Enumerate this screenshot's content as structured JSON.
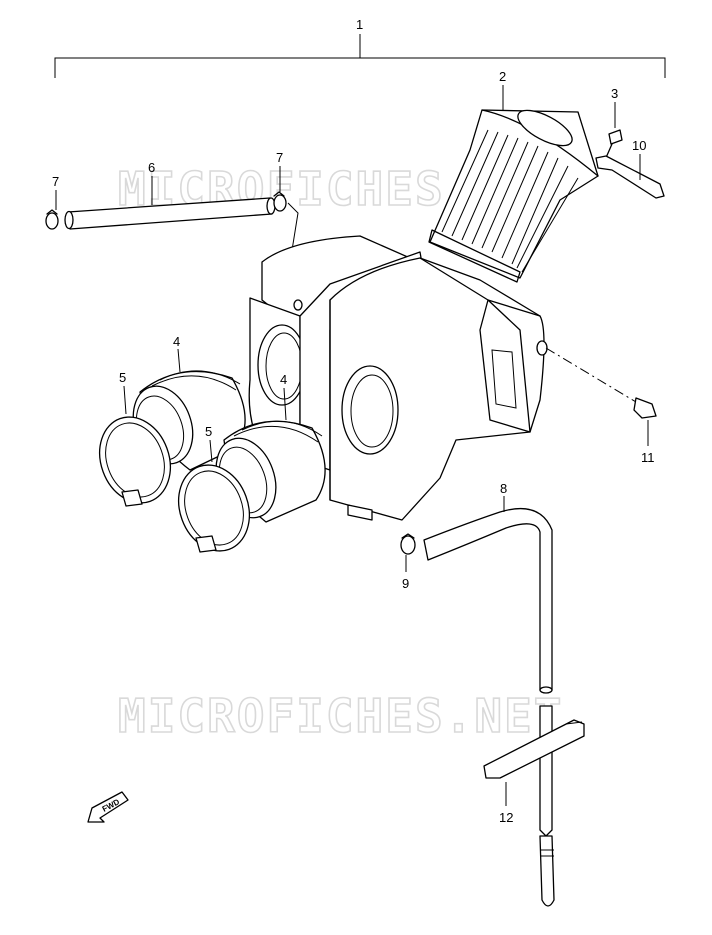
{
  "diagram": {
    "watermark": "MICROFICHES.NET",
    "fwd_label": "FWD",
    "callouts": [
      {
        "id": "c1",
        "label": "1"
      },
      {
        "id": "c2",
        "label": "2"
      },
      {
        "id": "c3",
        "label": "3"
      },
      {
        "id": "c4a",
        "label": "4"
      },
      {
        "id": "c4b",
        "label": "4"
      },
      {
        "id": "c5a",
        "label": "5"
      },
      {
        "id": "c5b",
        "label": "5"
      },
      {
        "id": "c6",
        "label": "6"
      },
      {
        "id": "c7a",
        "label": "7"
      },
      {
        "id": "c7b",
        "label": "7"
      },
      {
        "id": "c8",
        "label": "8"
      },
      {
        "id": "c9",
        "label": "9"
      },
      {
        "id": "c10",
        "label": "10"
      },
      {
        "id": "c11",
        "label": "11"
      },
      {
        "id": "c12",
        "label": "12"
      }
    ]
  }
}
